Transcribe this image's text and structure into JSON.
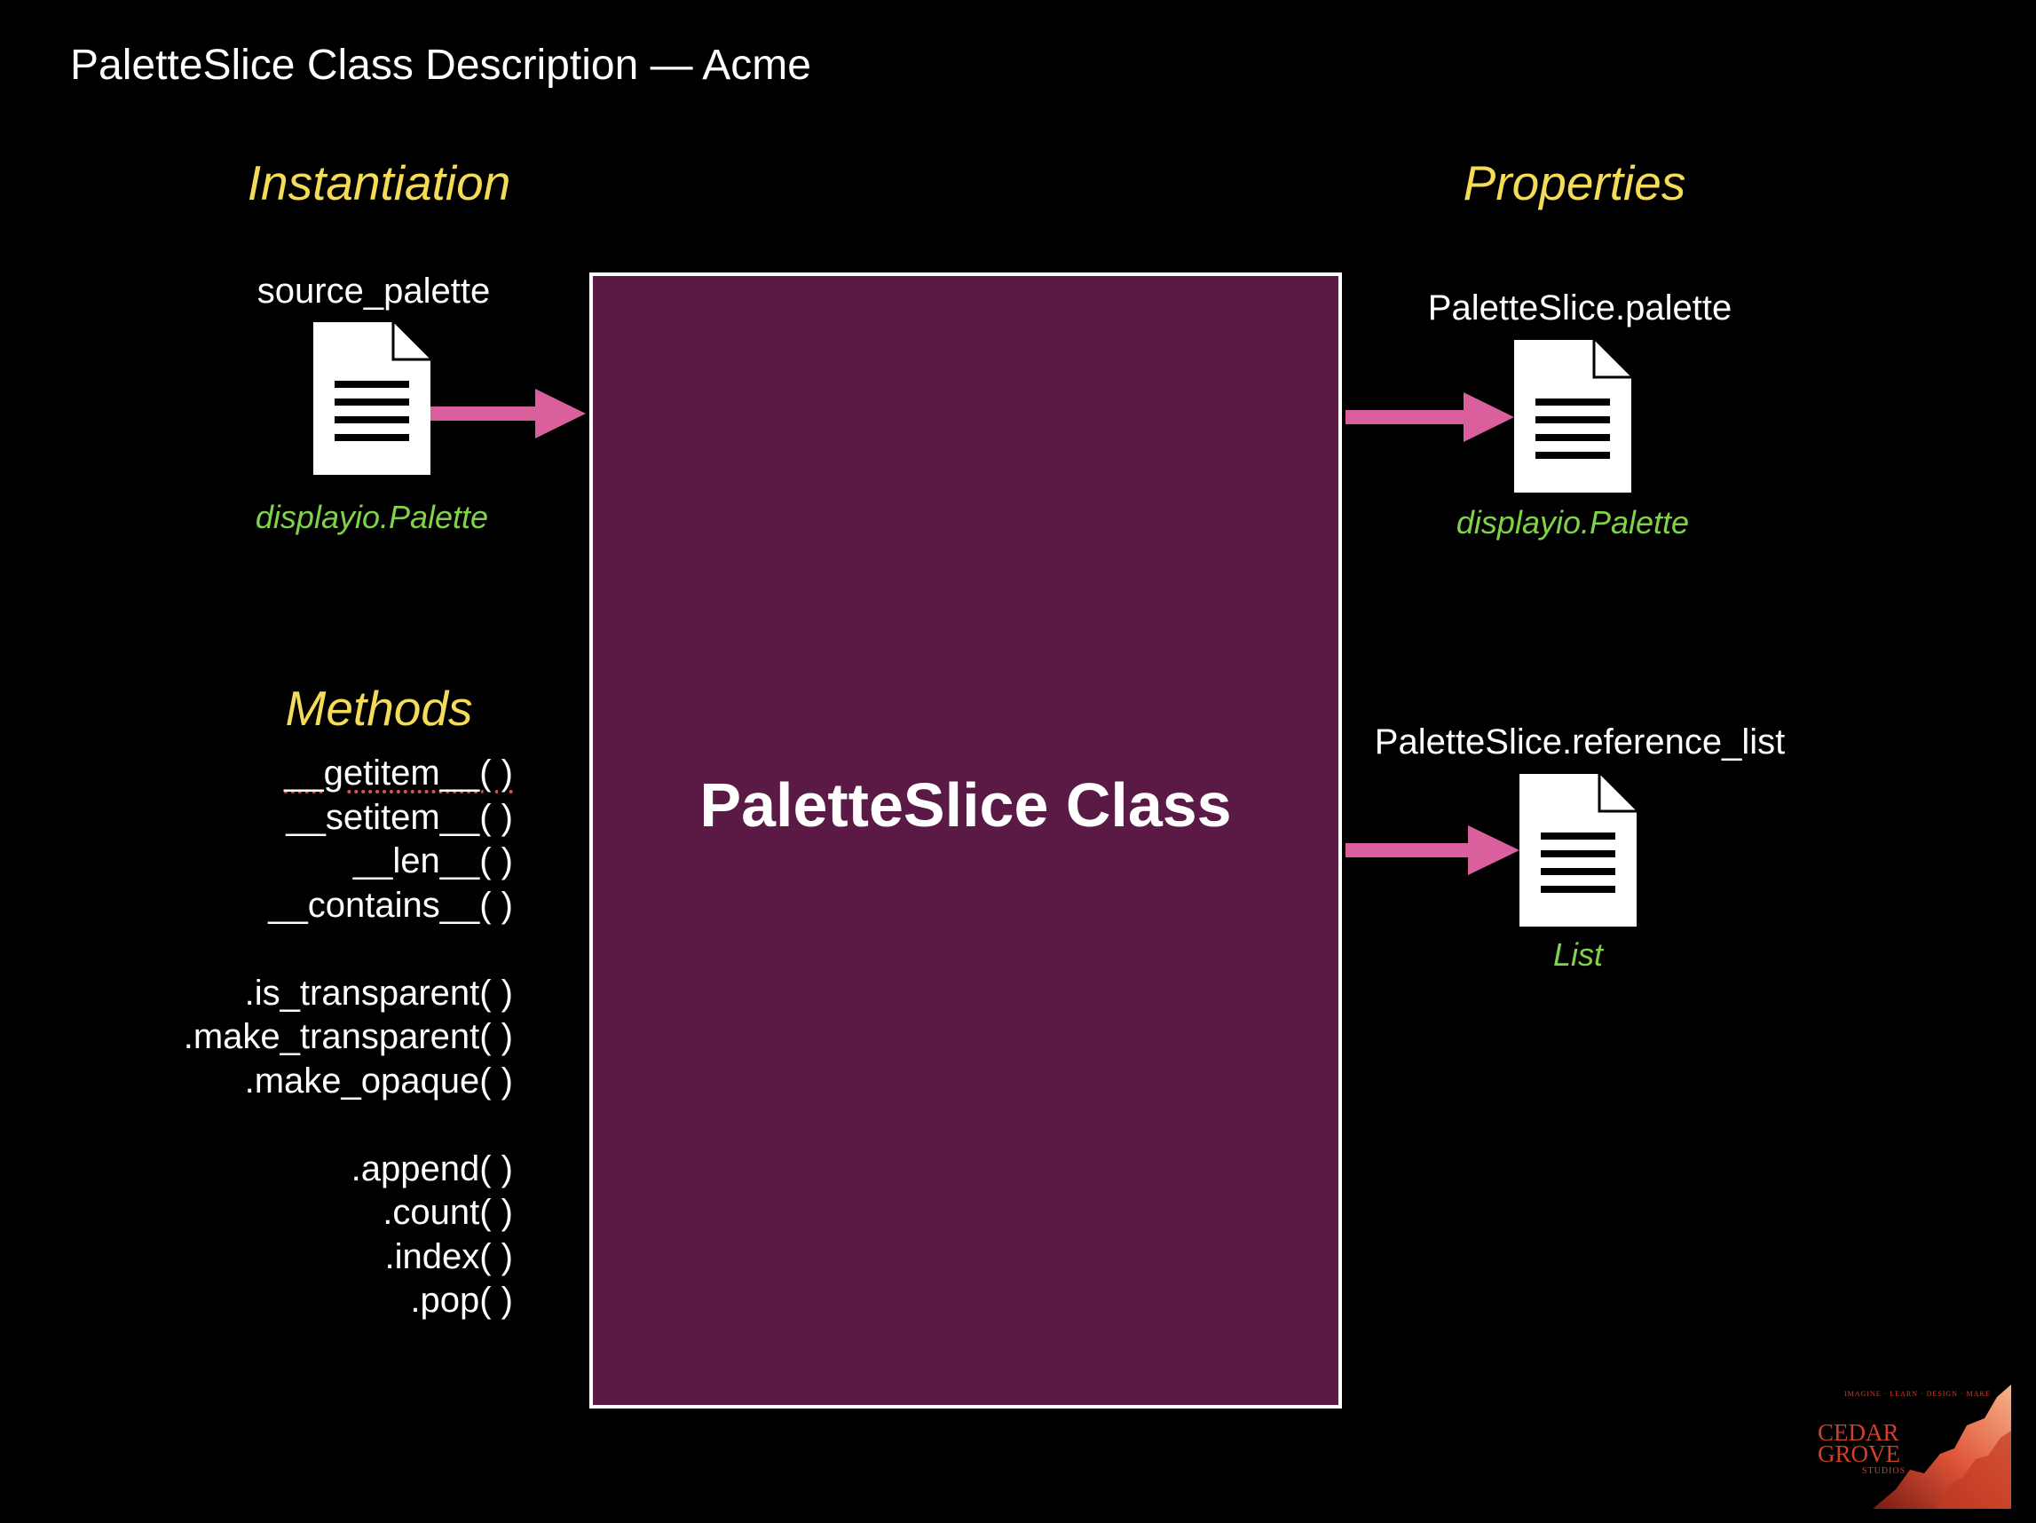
{
  "page": {
    "title": "PaletteSlice Class Description — Acme"
  },
  "instantiation": {
    "heading": "Instantiation",
    "input_label": "source_palette",
    "input_type": "displayio.Palette"
  },
  "methods": {
    "heading": "Methods",
    "group1": [
      "__getitem__( )",
      "__setitem__( )",
      "__len__( )",
      "__contains__( )"
    ],
    "group2": [
      ".is_transparent( )",
      ".make_transparent( )",
      ".make_opaque( )"
    ],
    "group3": [
      ".append( )",
      ".count( )",
      ".index( )",
      ".pop( )"
    ]
  },
  "class_box": {
    "label": "PaletteSlice Class",
    "fill": "#5b1946"
  },
  "properties": {
    "heading": "Properties",
    "items": [
      {
        "label": "PaletteSlice.palette",
        "type": "displayio.Palette"
      },
      {
        "label": "PaletteSlice.reference_list",
        "type": "List"
      }
    ]
  },
  "logo": {
    "tagline": "Imagine · Learn · Design · Make",
    "line1": "Cedar",
    "line2": "Grove",
    "line3": "Studios"
  },
  "colors": {
    "heading": "#f4db58",
    "type_text": "#7fd34a",
    "arrow": "#d9609d"
  }
}
